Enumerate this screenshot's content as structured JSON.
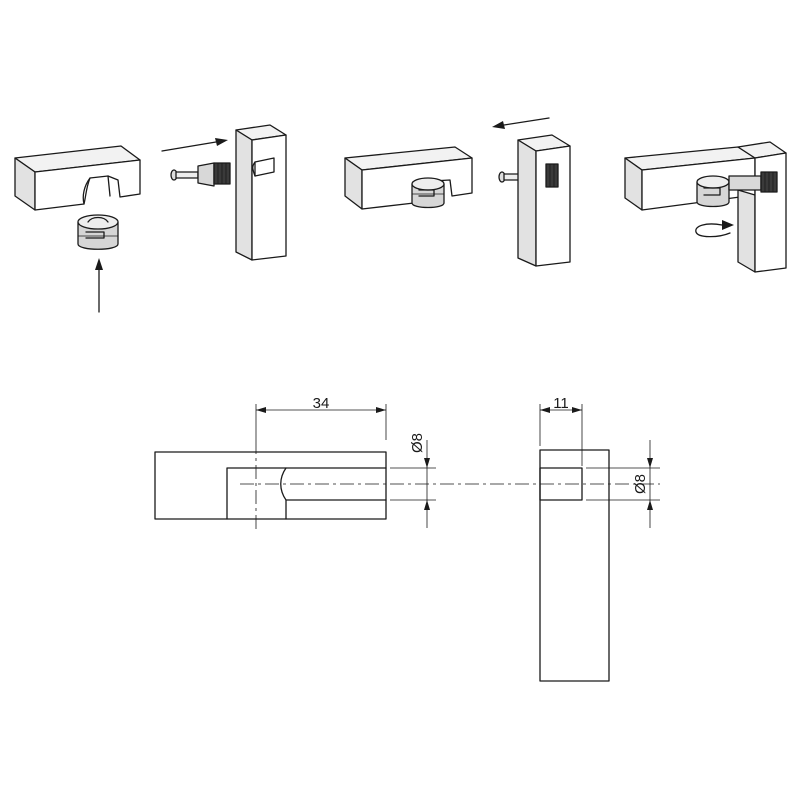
{
  "colors": {
    "stroke": "#1a1a1a",
    "face_light": "#f2f2f2",
    "face_mid": "#e2e2e2",
    "face_dark": "#c9c9c9",
    "metal": "#bdbdbd"
  },
  "icons": [
    "arrow-up-icon",
    "arrow-right-icon",
    "arrow-left-icon",
    "rotate-arrow-icon"
  ],
  "dimensions": {
    "hole_depth": "34",
    "bolt_hole_depth": "11",
    "cam_diameter": "Ø8",
    "bolt_diameter": "Ø8"
  }
}
